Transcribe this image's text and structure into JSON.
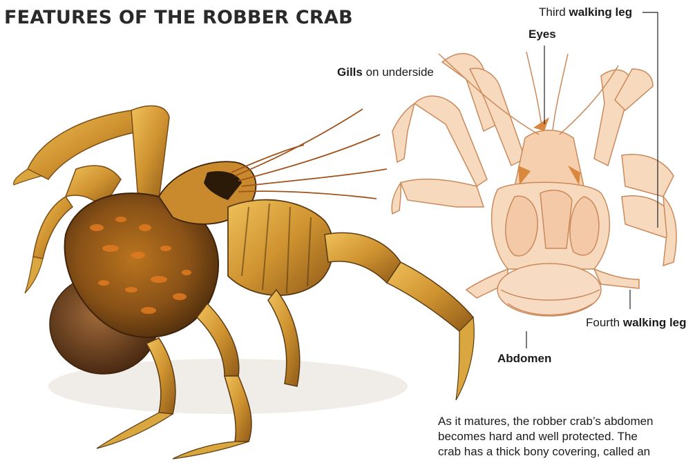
{
  "title": "FEATURES OF THE ROBBER CRAB",
  "labels": {
    "third_leg": {
      "plain": "Third",
      "bold": "walking leg"
    },
    "eyes": {
      "bold": "Eyes"
    },
    "gills": {
      "bold": "Gills",
      "plain": "on underside"
    },
    "fourth_leg": {
      "plain": "Fourth",
      "bold": "walking leg"
    },
    "abdomen": {
      "bold": "Abdomen"
    }
  },
  "caption": {
    "lines": [
      "As it matures, the robber crab’s abdomen",
      "becomes hard and well protected. The",
      "crab has a thick bony covering, called an"
    ]
  },
  "colors": {
    "crab_body": "#c8902e",
    "crab_dark": "#5a3a14",
    "crab_spots": "#e07a20",
    "diagram_fill": "#f7d9bd",
    "diagram_stroke": "#c9895a",
    "diagram_accent": "#d9883f"
  }
}
